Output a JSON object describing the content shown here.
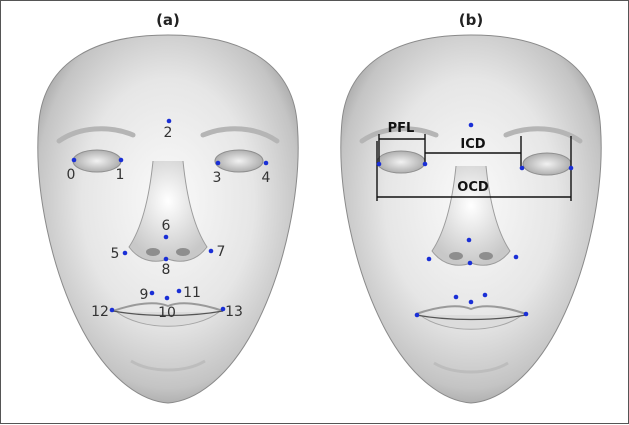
{
  "panels": [
    {
      "label": "(a)",
      "landmarks": [
        "0",
        "1",
        "2",
        "3",
        "4",
        "5",
        "6",
        "7",
        "8",
        "9",
        "10",
        "11",
        "12",
        "13"
      ]
    },
    {
      "label": "(b)",
      "measurements": [
        "PFL",
        "ICD",
        "OCD"
      ]
    }
  ],
  "colors": {
    "landmark_dot": "#1a2fd6",
    "face_shade": "#d9d9d9",
    "background": "#ffffff"
  }
}
